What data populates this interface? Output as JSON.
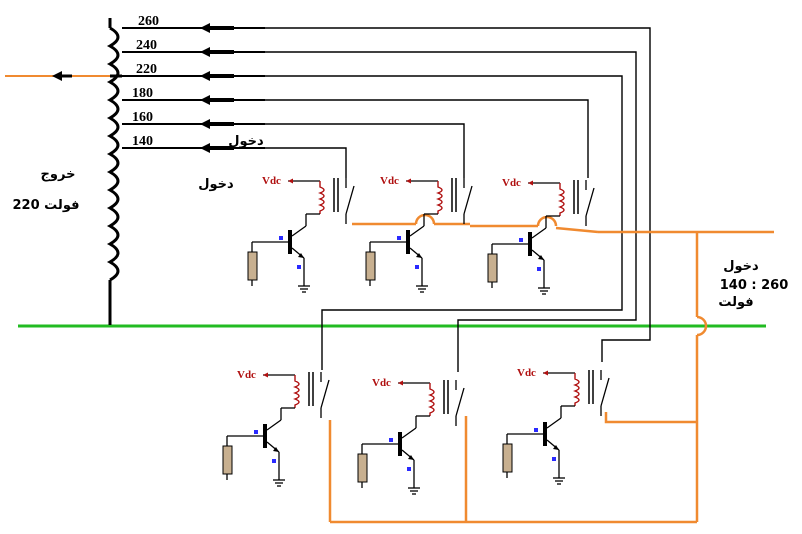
{
  "diagram": {
    "taps": [
      "260",
      "240",
      "220",
      "180",
      "160",
      "140"
    ],
    "vdc_label": "Vdc",
    "input_tag_1": "دخول",
    "input_tag_2": "دخول",
    "output_label_line1": "خروج",
    "output_label_line2": "220 فولت",
    "input_range_line1": "دخول",
    "input_range_line2": "140 : 260",
    "input_range_line3": "فولت",
    "colors": {
      "wire": "#000000",
      "power_line": "#f08a30",
      "ground_bus": "#22bb22",
      "resistor": "#c8b090",
      "vdc_text": "#b01010",
      "base_marker": "#2a2aff"
    }
  }
}
